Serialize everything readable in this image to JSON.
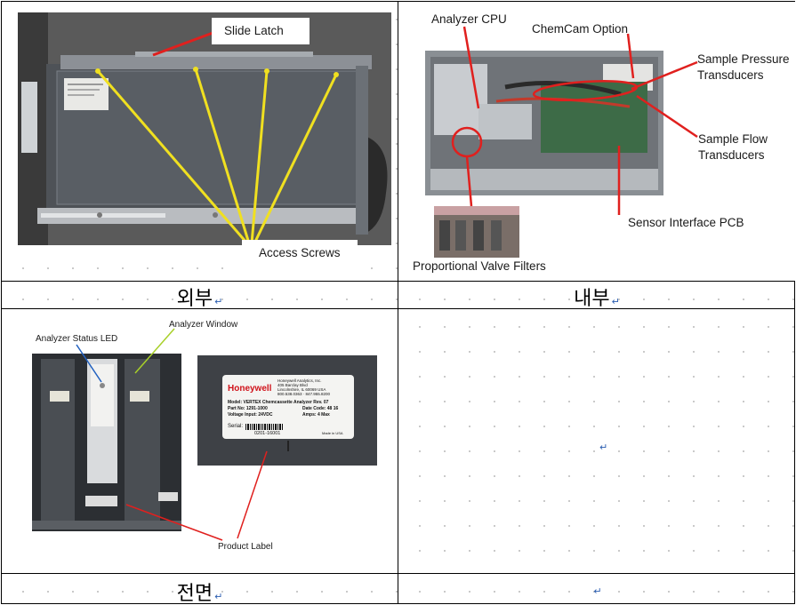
{
  "cells": {
    "exterior": {
      "caption": "외부",
      "labels": {
        "slide_latch": "Slide Latch",
        "access_screws": "Access Screws"
      }
    },
    "interior": {
      "caption": "내부",
      "labels": {
        "analyzer_cpu": "Analyzer CPU",
        "chemcam_option": "ChemCam Option",
        "sample_pressure": "Sample Pressure\nTransducers",
        "sample_pressure_l1": "Sample Pressure",
        "sample_pressure_l2": "Transducers",
        "sample_flow_l1": "Sample Flow",
        "sample_flow_l2": "Transducers",
        "sensor_interface": "Sensor Interface PCB",
        "valve_filters": "Proportional Valve Filters"
      }
    },
    "front": {
      "caption": "전면",
      "labels": {
        "status_led": "Analyzer Status LED",
        "window": "Analyzer Window",
        "product_label": "Product Label"
      },
      "nameplate": {
        "brand": "Honeywell",
        "company": "Honeywell Analytics, Inc.",
        "address1": "405 Barclay Blvd",
        "address2": "Lincolnshire, IL 60069 USA",
        "phone": "800.538.0363 · 847.955.8200",
        "model": "Model: VERTEX Chemcassette Analyzer  Rev. 07",
        "part_no": "Part No:  1291-1000",
        "date_code": "Date Code: 48 16",
        "voltage": "Voltage Input: 24VDC",
        "amps": "Amps: 4 Max",
        "serial_label": "Serial:",
        "serial_value": "0201-16001",
        "made_in": "Made in USA"
      }
    },
    "empty_bottom": {
      "caption": ""
    }
  },
  "paragraph_mark": "↵",
  "colors": {
    "leader_yellow": "#f0e020",
    "leader_red": "#e0201e",
    "leader_blue": "#2060c0",
    "leader_green": "#a8d028"
  }
}
